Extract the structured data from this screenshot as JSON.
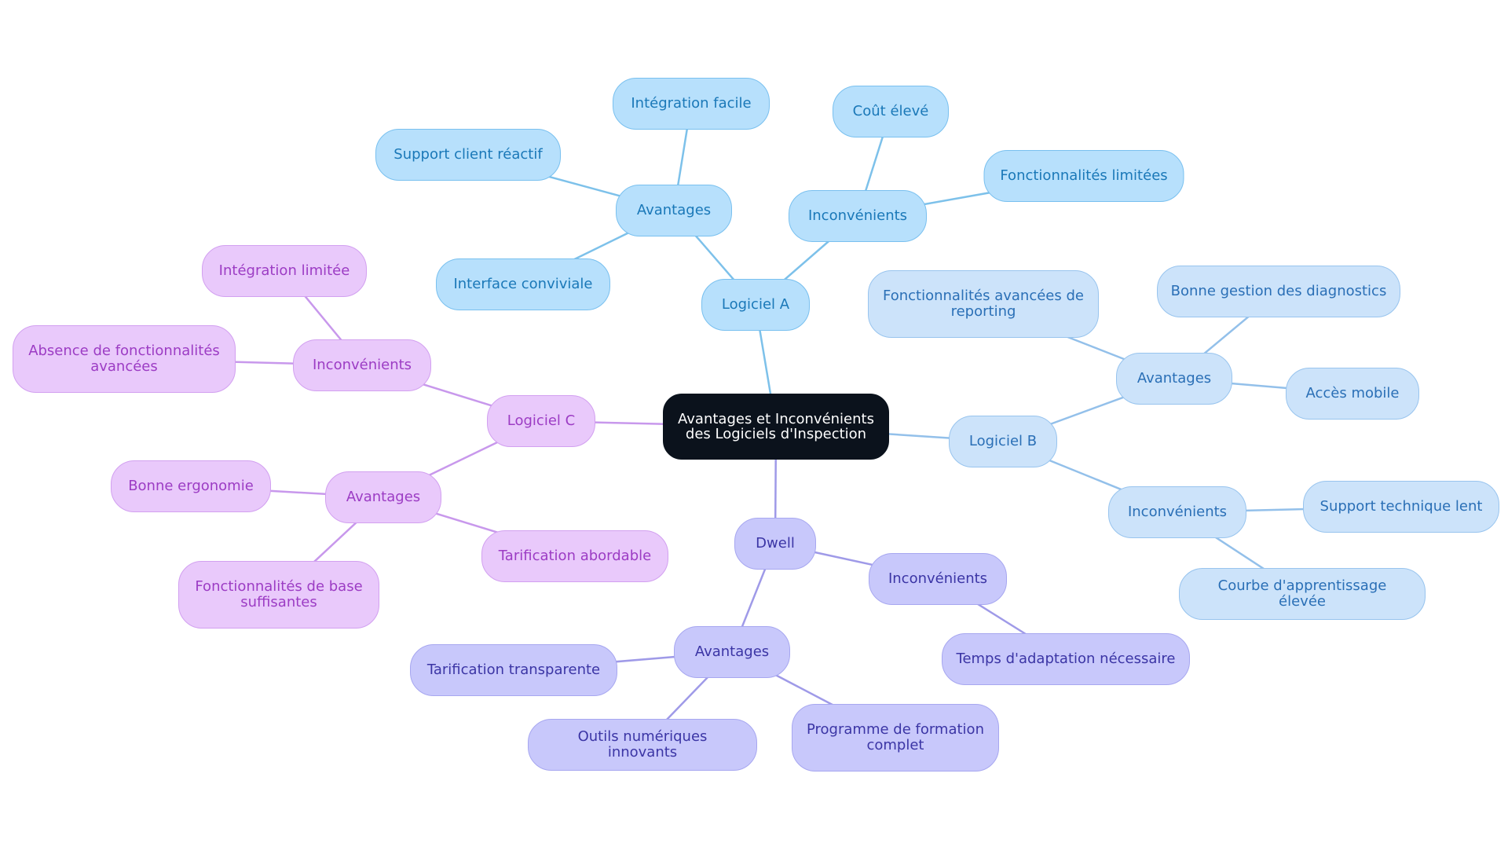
{
  "colors": {
    "root": {
      "fill": "#0b121c",
      "stroke": "#0b121c",
      "text": "#ffffff"
    },
    "a": {
      "fill": "#b7e0fc",
      "stroke": "#79c0ef",
      "text": "#1a78b8",
      "edge": "#7dc1ea"
    },
    "b": {
      "fill": "#cce3fa",
      "stroke": "#98c4ee",
      "text": "#2a6fb6",
      "edge": "#93c0ea"
    },
    "dwell": {
      "fill": "#c8c8fb",
      "stroke": "#a7a7f0",
      "text": "#3b35a5",
      "edge": "#9f9ae8"
    },
    "c": {
      "fill": "#e9c9fb",
      "stroke": "#d2a0f0",
      "text": "#9c3cc4",
      "edge": "#c898ec"
    }
  },
  "nodes": [
    {
      "id": "root",
      "label": "Avantages et Inconvénients des Logiciels d'Inspection",
      "theme": "root"
    },
    {
      "id": "a",
      "label": "Logiciel A",
      "theme": "a"
    },
    {
      "id": "a_av",
      "label": "Avantages",
      "theme": "a"
    },
    {
      "id": "a_av_1",
      "label": "Intégration facile",
      "theme": "a"
    },
    {
      "id": "a_av_2",
      "label": "Support client réactif",
      "theme": "a"
    },
    {
      "id": "a_av_3",
      "label": "Interface conviviale",
      "theme": "a"
    },
    {
      "id": "a_in",
      "label": "Inconvénients",
      "theme": "a"
    },
    {
      "id": "a_in_1",
      "label": "Coût élevé",
      "theme": "a"
    },
    {
      "id": "a_in_2",
      "label": "Fonctionnalités limitées",
      "theme": "a"
    },
    {
      "id": "b",
      "label": "Logiciel B",
      "theme": "b"
    },
    {
      "id": "b_av",
      "label": "Avantages",
      "theme": "b"
    },
    {
      "id": "b_av_1",
      "label": "Fonctionnalités avancées de reporting",
      "theme": "b"
    },
    {
      "id": "b_av_2",
      "label": "Bonne gestion des diagnostics",
      "theme": "b"
    },
    {
      "id": "b_av_3",
      "label": "Accès mobile",
      "theme": "b"
    },
    {
      "id": "b_in",
      "label": "Inconvénients",
      "theme": "b"
    },
    {
      "id": "b_in_1",
      "label": "Support technique lent",
      "theme": "b"
    },
    {
      "id": "b_in_2",
      "label": "Courbe d'apprentissage élevée",
      "theme": "b"
    },
    {
      "id": "d",
      "label": "Dwell",
      "theme": "dwell"
    },
    {
      "id": "d_in",
      "label": "Inconvénients",
      "theme": "dwell"
    },
    {
      "id": "d_in_1",
      "label": "Temps d'adaptation nécessaire",
      "theme": "dwell"
    },
    {
      "id": "d_av",
      "label": "Avantages",
      "theme": "dwell"
    },
    {
      "id": "d_av_1",
      "label": "Tarification transparente",
      "theme": "dwell"
    },
    {
      "id": "d_av_2",
      "label": "Outils numériques innovants",
      "theme": "dwell"
    },
    {
      "id": "d_av_3",
      "label": "Programme de formation complet",
      "theme": "dwell"
    },
    {
      "id": "c",
      "label": "Logiciel C",
      "theme": "c"
    },
    {
      "id": "c_in",
      "label": "Inconvénients",
      "theme": "c"
    },
    {
      "id": "c_in_1",
      "label": "Intégration limitée",
      "theme": "c"
    },
    {
      "id": "c_in_2",
      "label": "Absence de fonctionnalités avancées",
      "theme": "c"
    },
    {
      "id": "c_av",
      "label": "Avantages",
      "theme": "c"
    },
    {
      "id": "c_av_1",
      "label": "Bonne ergonomie",
      "theme": "c"
    },
    {
      "id": "c_av_2",
      "label": "Tarification abordable",
      "theme": "c"
    },
    {
      "id": "c_av_3",
      "label": "Fonctionnalités de base suffisantes",
      "theme": "c"
    }
  ],
  "edges": [
    [
      "root",
      "a"
    ],
    [
      "a",
      "a_av"
    ],
    [
      "a_av",
      "a_av_1"
    ],
    [
      "a_av",
      "a_av_2"
    ],
    [
      "a_av",
      "a_av_3"
    ],
    [
      "a",
      "a_in"
    ],
    [
      "a_in",
      "a_in_1"
    ],
    [
      "a_in",
      "a_in_2"
    ],
    [
      "root",
      "b"
    ],
    [
      "b",
      "b_av"
    ],
    [
      "b_av",
      "b_av_1"
    ],
    [
      "b_av",
      "b_av_2"
    ],
    [
      "b_av",
      "b_av_3"
    ],
    [
      "b",
      "b_in"
    ],
    [
      "b_in",
      "b_in_1"
    ],
    [
      "b_in",
      "b_in_2"
    ],
    [
      "root",
      "d"
    ],
    [
      "d",
      "d_in"
    ],
    [
      "d_in",
      "d_in_1"
    ],
    [
      "d",
      "d_av"
    ],
    [
      "d_av",
      "d_av_1"
    ],
    [
      "d_av",
      "d_av_2"
    ],
    [
      "d_av",
      "d_av_3"
    ],
    [
      "root",
      "c"
    ],
    [
      "c",
      "c_in"
    ],
    [
      "c_in",
      "c_in_1"
    ],
    [
      "c_in",
      "c_in_2"
    ],
    [
      "c",
      "c_av"
    ],
    [
      "c_av",
      "c_av_1"
    ],
    [
      "c_av",
      "c_av_2"
    ],
    [
      "c_av",
      "c_av_3"
    ]
  ]
}
